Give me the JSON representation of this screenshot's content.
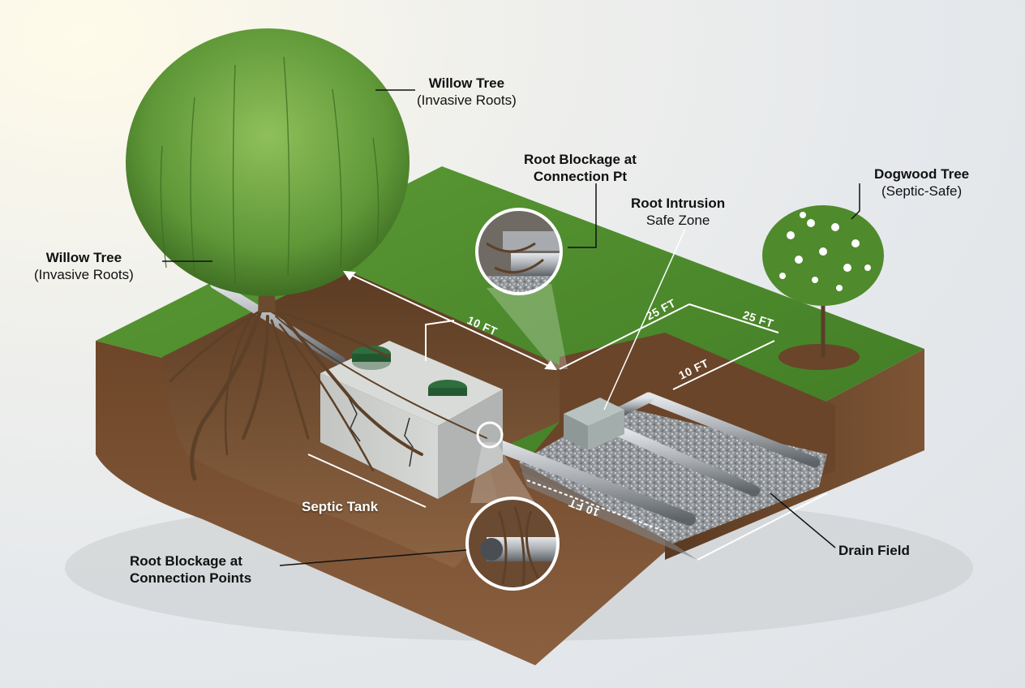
{
  "labels": {
    "willow_top": {
      "title": "Willow Tree",
      "sub": "(Invasive Roots)"
    },
    "willow_left": {
      "title": "Willow Tree",
      "sub": "(Invasive Roots)"
    },
    "blockage_top": {
      "line1": "Root Blockage at",
      "line2": "Connection Pt"
    },
    "safe_zone": {
      "title": "Root Intrusion",
      "sub": "Safe Zone"
    },
    "dogwood": {
      "title": "Dogwood Tree",
      "sub": "(Septic-Safe)"
    },
    "septic_tank": {
      "title": "Septic Tank"
    },
    "blockage_bottom": {
      "line1": "Root Blockage at",
      "line2": "Connection Points"
    },
    "drain_field": {
      "title": "Drain Field"
    }
  },
  "dimensions": {
    "tree_to_tank": "10 FT",
    "dogwood_back": "25 FT",
    "dogwood_side": "25 FT",
    "box_to_dogwood": "10 FT",
    "drain_line": "10 FT"
  },
  "colors": {
    "grass": "#4e8a2c",
    "soil": "#7a5232",
    "gravel": "#9a9ea2",
    "concrete": "#c9cbca",
    "pipe": "#b8bcc0",
    "tank_lid": "#2f6e3e"
  }
}
